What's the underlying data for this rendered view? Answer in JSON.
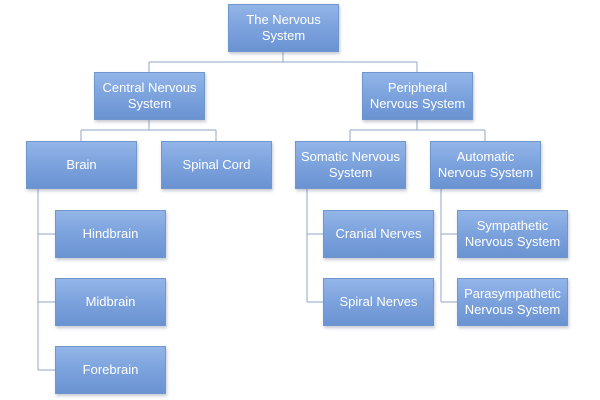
{
  "nodes": {
    "root": "The Nervous\nSystem",
    "cns": "Central Nervous\nSystem",
    "pns": "Peripheral\nNervous System",
    "brain": "Brain",
    "spinal_cord": "Spinal Cord",
    "somatic": "Somatic Nervous\nSystem",
    "automatic": "Automatic\nNervous System",
    "hindbrain": "Hindbrain",
    "midbrain": "Midbrain",
    "forebrain": "Forebrain",
    "cranial_nerves": "Cranial Nerves",
    "spiral_nerves": "Spiral Nerves",
    "sympathetic": "Sympathetic\nNervous System",
    "parasympathetic": "Parasympathetic\nNervous System"
  },
  "colors": {
    "box_fill_top": "#93b5e8",
    "box_fill_bottom": "#6a93d2",
    "box_border": "#6f96cf",
    "connector": "#8fa7c6",
    "text": "#ffffff"
  }
}
